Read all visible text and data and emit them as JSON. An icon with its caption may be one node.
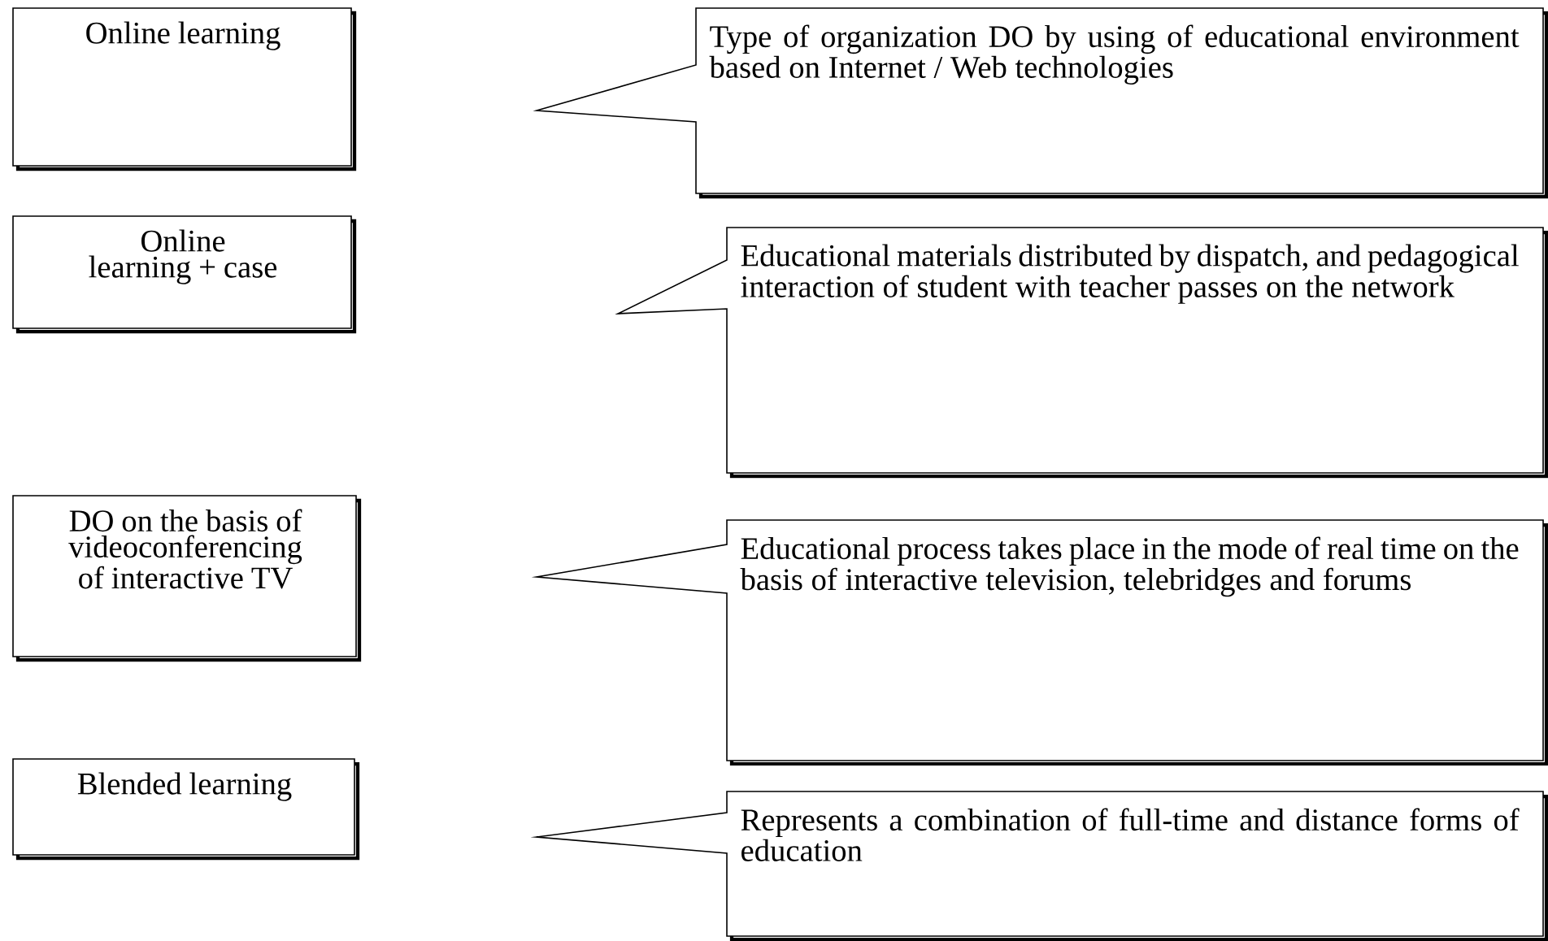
{
  "diagram": {
    "nodes": [
      {
        "text": [
          "Online learning"
        ]
      },
      {
        "text": [
          "Online learning + case"
        ]
      },
      {
        "text": [
          "DO on the basis of videoconferencing of interactive TV"
        ]
      },
      {
        "text": [
          "Blended learning"
        ]
      },
      {
        "text": [
          "Type of organization DO by using of educational environment based on Internet / Web technologies"
        ]
      },
      {
        "text": [
          "Educational materials distributed by dispatch, and pedagogical interaction of student with teacher passes on the network"
        ]
      },
      {
        "text": [
          "Educational process takes place in the mode of real time on the basis of interactive television, telebridges and forums"
        ]
      },
      {
        "text": [
          "Represents a combination of full-time and distance forms of education"
        ]
      }
    ]
  }
}
